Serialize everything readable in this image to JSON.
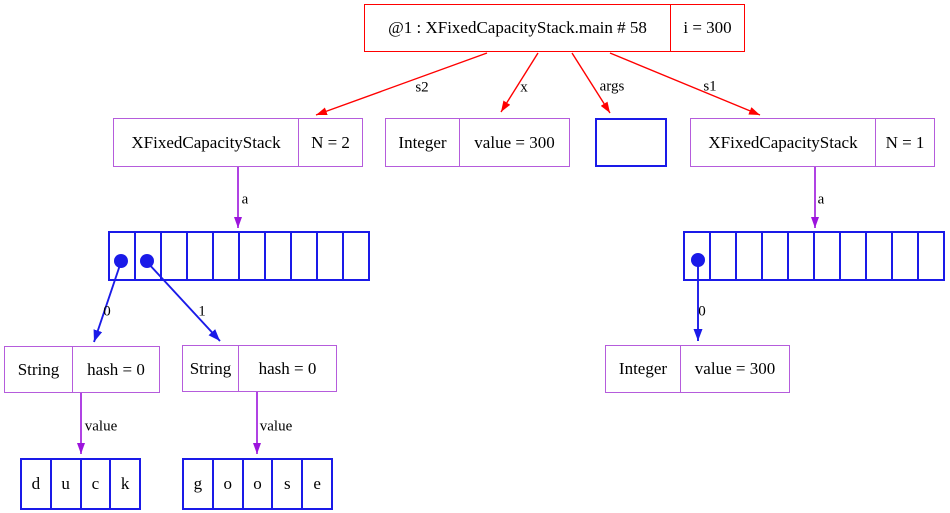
{
  "frame_node": {
    "name": "@1 : XFixedCapacityStack.main # 58",
    "field": "i = 300"
  },
  "nodes": {
    "s2_stack": {
      "type": "XFixedCapacityStack",
      "field": "N = 2"
    },
    "x_integer": {
      "type": "Integer",
      "field": "value = 300"
    },
    "s1_stack": {
      "type": "XFixedCapacityStack",
      "field": "N = 1"
    },
    "string_duck": {
      "type": "String",
      "field": "hash = 0"
    },
    "string_goose": {
      "type": "String",
      "field": "hash = 0"
    },
    "boxed_integer": {
      "type": "Integer",
      "field": "value = 300"
    }
  },
  "arrays": {
    "s2_backing": {
      "length": 10,
      "pointer_slots": [
        0,
        1
      ]
    },
    "s1_backing": {
      "length": 10,
      "pointer_slots": [
        0
      ]
    },
    "args_array": {
      "length": 0
    },
    "duck_chars": [
      "d",
      "u",
      "c",
      "k"
    ],
    "goose_chars": [
      "g",
      "o",
      "o",
      "s",
      "e"
    ]
  },
  "edge_labels": {
    "s2": "s2",
    "x": "x",
    "args": "args",
    "s1": "s1",
    "a_left": "a",
    "a_right": "a",
    "index0_left": "0",
    "index1_left": "1",
    "index0_right": "0",
    "value_left": "value",
    "value_right": "value"
  },
  "colors": {
    "frame_red": "#ff0000",
    "object_purple": "#b55cdc",
    "arrow_purple": "#9c14dc",
    "array_blue": "#1a1ae8",
    "text_black": "#000000",
    "background": "#ffffff"
  }
}
